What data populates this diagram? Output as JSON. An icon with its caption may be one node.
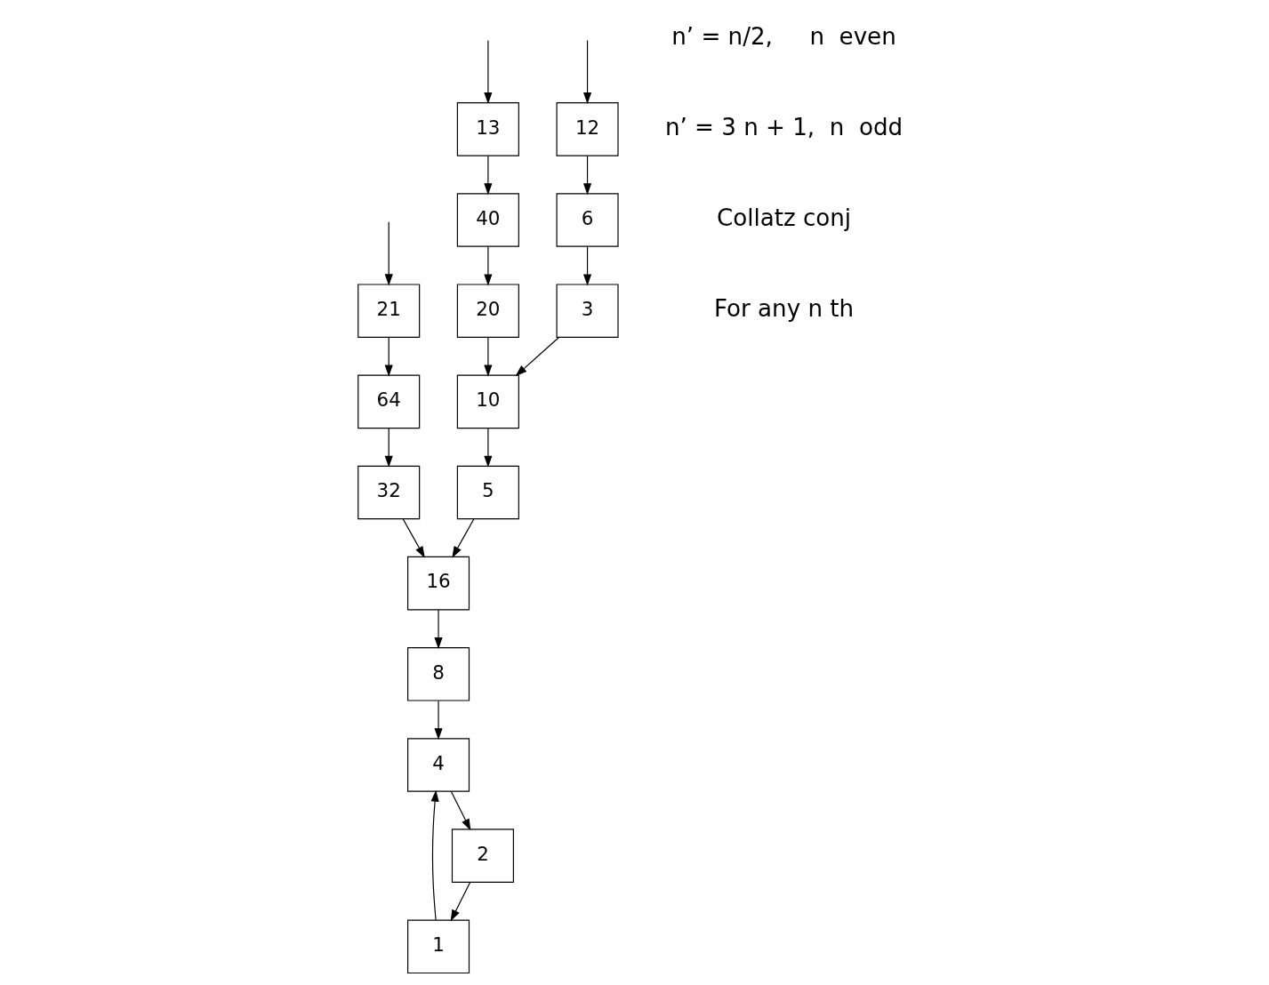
{
  "diagram": {
    "nodes": [
      {
        "text": [
          "12"
        ]
      },
      {
        "text": [
          "6"
        ]
      },
      {
        "text": [
          "3"
        ]
      },
      {
        "text": [
          "13"
        ]
      },
      {
        "text": [
          "40"
        ]
      },
      {
        "text": [
          "20"
        ]
      },
      {
        "text": [
          "10"
        ]
      },
      {
        "text": [
          "5"
        ]
      },
      {
        "text": [
          "2"
        ]
      },
      {
        "text": [
          "1"
        ]
      },
      {
        "text": [
          "32"
        ]
      },
      {
        "text": [
          "64"
        ]
      },
      {
        "text": [
          "16"
        ]
      },
      {
        "text": [
          "8"
        ]
      },
      {
        "text": [
          "4"
        ]
      },
      {
        "text": [
          "21"
        ]
      }
    ],
    "edges": [
      {
        "from": null,
        "to": 0,
        "arrow": "to"
      },
      {
        "from": 0,
        "to": 1,
        "arrow": "to"
      },
      {
        "from": 1,
        "to": 2,
        "arrow": "to"
      },
      {
        "from": 2,
        "to": 6,
        "arrow": "to"
      },
      {
        "from": null,
        "to": 3,
        "arrow": "to"
      },
      {
        "from": 3,
        "to": 4,
        "arrow": "to"
      },
      {
        "from": 4,
        "to": 5,
        "arrow": "to"
      },
      {
        "from": 5,
        "to": 6,
        "arrow": "to"
      },
      {
        "from": 6,
        "to": 7,
        "arrow": "to"
      },
      {
        "from": 7,
        "to": 12,
        "arrow": "to"
      },
      {
        "from": 10,
        "to": 12,
        "arrow": "to"
      },
      {
        "from": 11,
        "to": 10,
        "arrow": "to"
      },
      {
        "from": 15,
        "to": 11,
        "arrow": "to"
      },
      {
        "from": null,
        "to": 15,
        "arrow": "to"
      },
      {
        "from": 12,
        "to": 13,
        "arrow": "to"
      },
      {
        "from": 13,
        "to": 14,
        "arrow": "to"
      },
      {
        "from": 14,
        "to": 8,
        "arrow": "to"
      },
      {
        "from": 8,
        "to": 9,
        "arrow": "to"
      },
      {
        "from": 9,
        "to": 14,
        "arrow": "to"
      }
    ],
    "labels": [
      "n’ = n/2,     n  even",
      "n’ = 3 n + 1,  n  odd",
      "Collatz conj",
      "For any n th"
    ]
  }
}
